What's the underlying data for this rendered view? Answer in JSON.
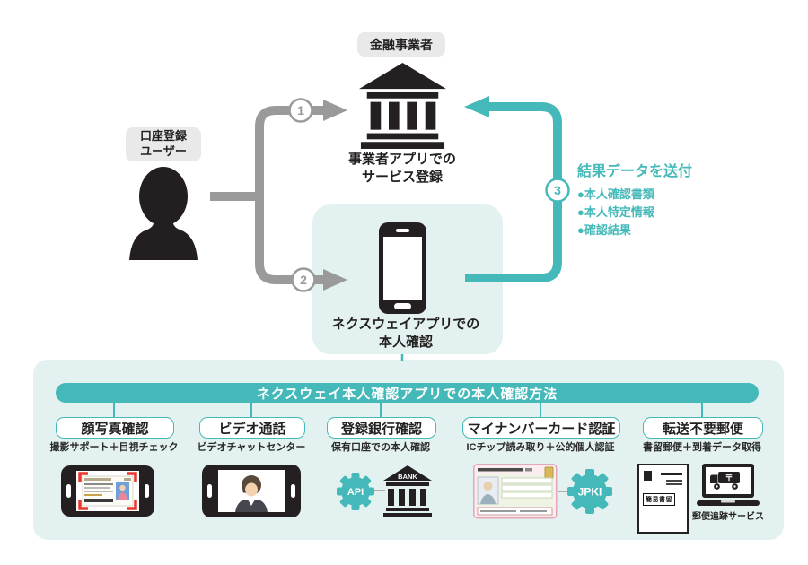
{
  "flow": {
    "financial_operator_badge": "金融事業者",
    "user_badge_line1": "口座登録",
    "user_badge_line2": "ユーザー",
    "bank_caption_line1": "事業者アプリでの",
    "bank_caption_line2": "サービス登録",
    "app_caption_line1": "ネクスウェイアプリでの",
    "app_caption_line2": "本人確認",
    "steps": [
      "1",
      "2",
      "3"
    ],
    "result_title": "結果データを送付",
    "result_items": [
      "●本人確認書類",
      "●本人特定情報",
      "●確認結果"
    ]
  },
  "panel": {
    "title": "ネクスウェイ本人確認アプリでの本人確認方法",
    "methods": [
      {
        "label": "顔写真確認",
        "description": "撮影サポート＋目視チェック"
      },
      {
        "label": "ビデオ通話",
        "description": "ビデオチャットセンター"
      },
      {
        "label": "登録銀行確認",
        "description": "保有口座での本人確認"
      },
      {
        "label": "マイナンバーカード認証",
        "description": "ICチップ読み取り＋公的個人認証"
      },
      {
        "label": "転送不要郵便",
        "description": "書留郵便＋到着データ取得"
      }
    ]
  },
  "icons": {
    "api_label": "API",
    "bank_label": "BANK",
    "jpki_label": "JPKI",
    "registered_mail_stamp": "簡易書留",
    "mail_tracking_caption": "郵便追跡サービス"
  },
  "colors": {
    "teal": "#45b9b9",
    "light_panel": "#e3f2f0",
    "gray_arrow": "#9a9a9a",
    "badge_bg": "#e9e9e9",
    "icon_black": "#242021",
    "camera_frame_red": "#e8392f"
  }
}
